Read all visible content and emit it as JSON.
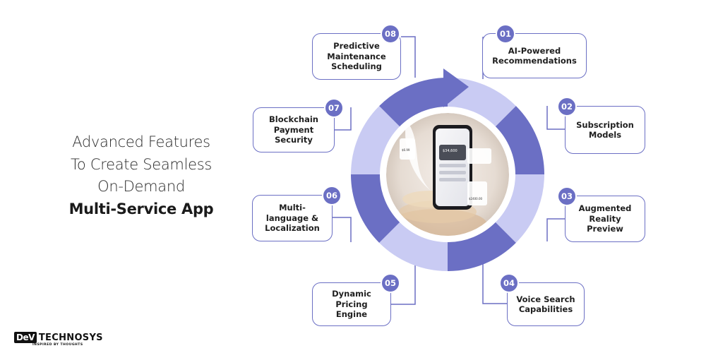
{
  "headline": {
    "line1": "Advanced Features",
    "line2": "To Create Seamless",
    "line3": "On-Demand",
    "line4": "Multi-Service App"
  },
  "features": [
    {
      "num": "01",
      "label": "AI-Powered Recommendations"
    },
    {
      "num": "02",
      "label": "Subscription Models"
    },
    {
      "num": "03",
      "label": "Augmented Reality Preview"
    },
    {
      "num": "04",
      "label": "Voice Search Capabilities"
    },
    {
      "num": "05",
      "label": "Dynamic Pricing Engine"
    },
    {
      "num": "06",
      "label": "Multi-language & Localization"
    },
    {
      "num": "07",
      "label": "Blockchain Payment Security"
    },
    {
      "num": "08",
      "label": "Predictive Maintenance Scheduling"
    }
  ],
  "phone_screen": {
    "balance": "$34,600",
    "small_amount": "$6.99",
    "bottom_amount": "$2400.00"
  },
  "logo": {
    "dev": "DeV",
    "tech": "TECHNOSYS",
    "tagline": "INSPIRED BY THOUGHTS"
  },
  "colors": {
    "accent": "#6b6fc4",
    "light_segment": "#c9cbf3",
    "text": "#1a1a1a"
  }
}
